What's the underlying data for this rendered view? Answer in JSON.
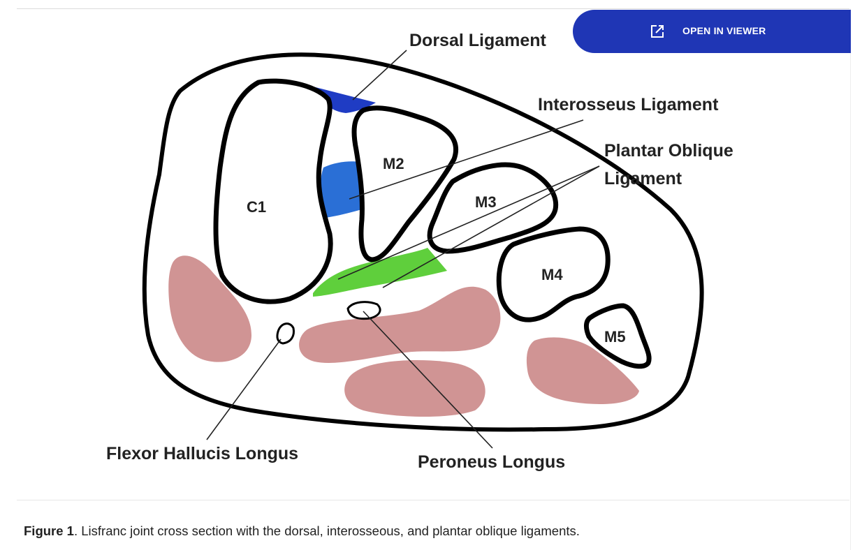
{
  "diagram": {
    "labels": {
      "dorsal_ligament": "Dorsal Ligament",
      "interosseus_ligament": "Interosseus Ligament",
      "plantar_oblique_line1": "Plantar Oblique",
      "plantar_oblique_line2": "Ligament",
      "flexor_hallucis_longus": "Flexor Hallucis Longus",
      "peroneus_longus": "Peroneus Longus",
      "bones": {
        "c1": "C1",
        "m2": "M2",
        "m3": "M3",
        "m4": "M4",
        "m5": "M5"
      }
    },
    "colors": {
      "dorsal_ligament": "#1f3cc4",
      "interosseus_ligament": "#2a6fd6",
      "plantar_oblique_ligament": "#5fcf3c",
      "muscle": "#d09494",
      "outline": "#000000"
    }
  },
  "viewer_button": {
    "label": "OPEN IN VIEWER",
    "icon": "open-external-icon",
    "color": "#1f36b5"
  },
  "caption": {
    "prefix": "Figure 1",
    "text": ". Lisfranc joint cross section with the dorsal, interosseous, and plantar oblique ligaments."
  }
}
